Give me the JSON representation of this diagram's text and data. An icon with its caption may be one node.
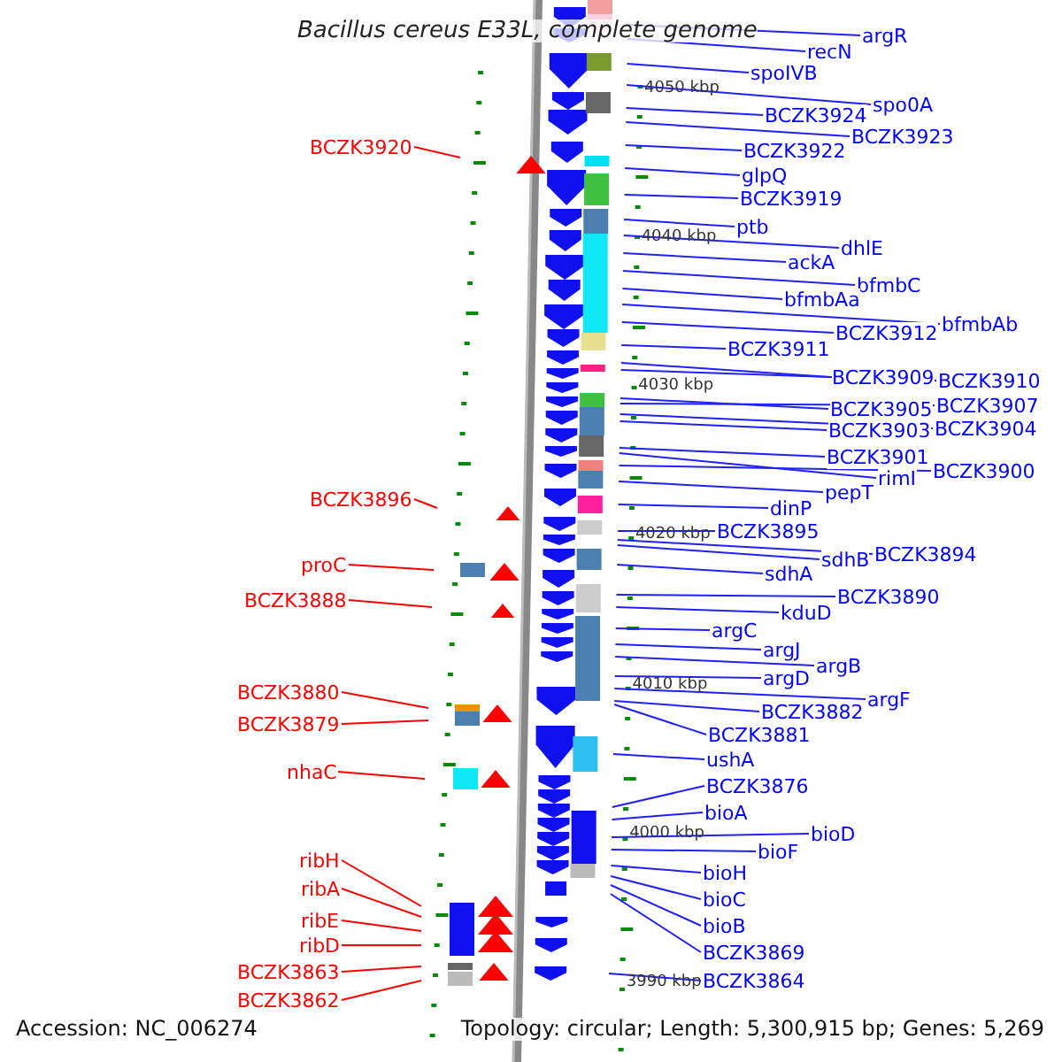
{
  "diagram": {
    "title": "Bacillus cereus E33L, complete genome",
    "nodes": [
      {
        "text": [
          "argR"
        ]
      },
      {
        "text": [
          "recN"
        ]
      },
      {
        "text": [
          "spoIVB"
        ]
      },
      {
        "text": [
          "spo0A"
        ]
      },
      {
        "text": [
          "BCZK3924"
        ]
      },
      {
        "text": [
          "BCZK3923"
        ]
      },
      {
        "text": [
          "BCZK3922"
        ]
      },
      {
        "text": [
          "glpQ"
        ]
      },
      {
        "text": [
          "BCZK3919"
        ]
      },
      {
        "text": [
          "ptb"
        ]
      },
      {
        "text": [
          "dhlE"
        ]
      },
      {
        "text": [
          "ackA"
        ]
      },
      {
        "text": [
          "bfmbC"
        ]
      },
      {
        "text": [
          "bfmbAa"
        ]
      },
      {
        "text": [
          "bfmbAb"
        ]
      },
      {
        "text": [
          "BCZK3912"
        ]
      },
      {
        "text": [
          "BCZK3911"
        ]
      },
      {
        "text": [
          "BCZK3909"
        ]
      },
      {
        "text": [
          "BCZK3910"
        ]
      },
      {
        "text": [
          "BCZK3905"
        ]
      },
      {
        "text": [
          "BCZK3907"
        ]
      },
      {
        "text": [
          "BCZK3903"
        ]
      },
      {
        "text": [
          "BCZK3904"
        ]
      },
      {
        "text": [
          "BCZK3901"
        ]
      },
      {
        "text": [
          "rimI"
        ]
      },
      {
        "text": [
          "BCZK3900"
        ]
      },
      {
        "text": [
          "pepT"
        ]
      },
      {
        "text": [
          "dinP"
        ]
      },
      {
        "text": [
          "BCZK3895"
        ]
      },
      {
        "text": [
          "sdhB"
        ]
      },
      {
        "text": [
          "BCZK3894"
        ]
      },
      {
        "text": [
          "sdhA"
        ]
      },
      {
        "text": [
          "BCZK3890"
        ]
      },
      {
        "text": [
          "kduD"
        ]
      },
      {
        "text": [
          "argC"
        ]
      },
      {
        "text": [
          "argJ"
        ]
      },
      {
        "text": [
          "argB"
        ]
      },
      {
        "text": [
          "argD"
        ]
      },
      {
        "text": [
          "argF"
        ]
      },
      {
        "text": [
          "BCZK3882"
        ]
      },
      {
        "text": [
          "BCZK3881"
        ]
      },
      {
        "text": [
          "ushA"
        ]
      },
      {
        "text": [
          "BCZK3876"
        ]
      },
      {
        "text": [
          "bioA"
        ]
      },
      {
        "text": [
          "bioD"
        ]
      },
      {
        "text": [
          "bioF"
        ]
      },
      {
        "text": [
          "bioH"
        ]
      },
      {
        "text": [
          "bioC"
        ]
      },
      {
        "text": [
          "bioB"
        ]
      },
      {
        "text": [
          "BCZK3869"
        ]
      },
      {
        "text": [
          "BCZK3864"
        ]
      },
      {
        "text": [
          "BCZK3920"
        ]
      },
      {
        "text": [
          "BCZK3896"
        ]
      },
      {
        "text": [
          "proC"
        ]
      },
      {
        "text": [
          "BCZK3888"
        ]
      },
      {
        "text": [
          "BCZK3880"
        ]
      },
      {
        "text": [
          "BCZK3879"
        ]
      },
      {
        "text": [
          "nhaC"
        ]
      },
      {
        "text": [
          "ribH"
        ]
      },
      {
        "text": [
          "ribA"
        ]
      },
      {
        "text": [
          "ribE"
        ]
      },
      {
        "text": [
          "ribD"
        ]
      },
      {
        "text": [
          "BCZK3863"
        ]
      },
      {
        "text": [
          "BCZK3862"
        ]
      }
    ],
    "edges": [
      {
        "from": 0,
        "to": null,
        "arrow": "none"
      },
      {
        "from": 1,
        "to": null,
        "arrow": "none"
      },
      {
        "from": 2,
        "to": null,
        "arrow": "none"
      },
      {
        "from": 3,
        "to": null,
        "arrow": "none"
      },
      {
        "from": 4,
        "to": null,
        "arrow": "none"
      },
      {
        "from": 5,
        "to": null,
        "arrow": "none"
      },
      {
        "from": 6,
        "to": null,
        "arrow": "none"
      },
      {
        "from": 7,
        "to": null,
        "arrow": "none"
      },
      {
        "from": 8,
        "to": null,
        "arrow": "none"
      },
      {
        "from": 9,
        "to": null,
        "arrow": "none"
      },
      {
        "from": 10,
        "to": null,
        "arrow": "none"
      },
      {
        "from": 11,
        "to": null,
        "arrow": "none"
      },
      {
        "from": 12,
        "to": null,
        "arrow": "none"
      },
      {
        "from": 13,
        "to": null,
        "arrow": "none"
      },
      {
        "from": 14,
        "to": null,
        "arrow": "none"
      },
      {
        "from": 15,
        "to": null,
        "arrow": "none"
      },
      {
        "from": 16,
        "to": null,
        "arrow": "none"
      },
      {
        "from": 17,
        "to": null,
        "arrow": "none"
      },
      {
        "from": 18,
        "to": null,
        "arrow": "none"
      },
      {
        "from": 19,
        "to": null,
        "arrow": "none"
      },
      {
        "from": 20,
        "to": null,
        "arrow": "none"
      },
      {
        "from": 21,
        "to": null,
        "arrow": "none"
      },
      {
        "from": 22,
        "to": null,
        "arrow": "none"
      },
      {
        "from": 23,
        "to": null,
        "arrow": "none"
      },
      {
        "from": 24,
        "to": null,
        "arrow": "none"
      },
      {
        "from": 25,
        "to": null,
        "arrow": "none"
      },
      {
        "from": 26,
        "to": null,
        "arrow": "none"
      },
      {
        "from": 27,
        "to": null,
        "arrow": "none"
      },
      {
        "from": 28,
        "to": null,
        "arrow": "none"
      },
      {
        "from": 29,
        "to": null,
        "arrow": "none"
      },
      {
        "from": 30,
        "to": null,
        "arrow": "none"
      },
      {
        "from": 31,
        "to": null,
        "arrow": "none"
      },
      {
        "from": 32,
        "to": null,
        "arrow": "none"
      },
      {
        "from": 33,
        "to": null,
        "arrow": "none"
      },
      {
        "from": 34,
        "to": null,
        "arrow": "none"
      },
      {
        "from": 35,
        "to": null,
        "arrow": "none"
      },
      {
        "from": 36,
        "to": null,
        "arrow": "none"
      },
      {
        "from": 37,
        "to": null,
        "arrow": "none"
      },
      {
        "from": 38,
        "to": null,
        "arrow": "none"
      },
      {
        "from": 39,
        "to": null,
        "arrow": "none"
      },
      {
        "from": 40,
        "to": null,
        "arrow": "none"
      },
      {
        "from": 41,
        "to": null,
        "arrow": "none"
      },
      {
        "from": 42,
        "to": null,
        "arrow": "none"
      },
      {
        "from": 43,
        "to": null,
        "arrow": "none"
      },
      {
        "from": 44,
        "to": null,
        "arrow": "none"
      },
      {
        "from": 45,
        "to": null,
        "arrow": "none"
      },
      {
        "from": 46,
        "to": null,
        "arrow": "none"
      },
      {
        "from": 47,
        "to": null,
        "arrow": "none"
      },
      {
        "from": 48,
        "to": null,
        "arrow": "none"
      },
      {
        "from": 49,
        "to": null,
        "arrow": "none"
      },
      {
        "from": 50,
        "to": null,
        "arrow": "none"
      },
      {
        "from": 51,
        "to": null,
        "arrow": "none",
        "color": "#ff0000"
      },
      {
        "from": 52,
        "to": null,
        "arrow": "none",
        "color": "#ff0000"
      },
      {
        "from": 53,
        "to": null,
        "arrow": "none",
        "color": "#ff0000"
      },
      {
        "from": 54,
        "to": null,
        "arrow": "none",
        "color": "#ff0000"
      },
      {
        "from": 55,
        "to": null,
        "arrow": "none",
        "color": "#ff0000"
      },
      {
        "from": 56,
        "to": null,
        "arrow": "none",
        "color": "#ff0000"
      },
      {
        "from": 57,
        "to": null,
        "arrow": "none",
        "color": "#ff0000"
      },
      {
        "from": 58,
        "to": null,
        "arrow": "none",
        "color": "#ff0000"
      },
      {
        "from": 59,
        "to": null,
        "arrow": "none",
        "color": "#ff0000"
      },
      {
        "from": 60,
        "to": null,
        "arrow": "none",
        "color": "#ff0000"
      },
      {
        "from": 61,
        "to": null,
        "arrow": "none",
        "color": "#ff0000"
      },
      {
        "from": 62,
        "to": null,
        "arrow": "none",
        "color": "#ff0000"
      },
      {
        "from": 63,
        "to": null,
        "arrow": "none",
        "color": "#ff0000"
      }
    ],
    "labels": [
      "4050 kbp",
      "4040 kbp",
      "4030 kbp",
      "4020 kbp",
      "4010 kbp",
      "4000 kbp",
      "3990 kbp",
      "Accession: NC_006274",
      "Topology: circular; Length: 5,300,915 bp; Genes: 5,269"
    ]
  }
}
